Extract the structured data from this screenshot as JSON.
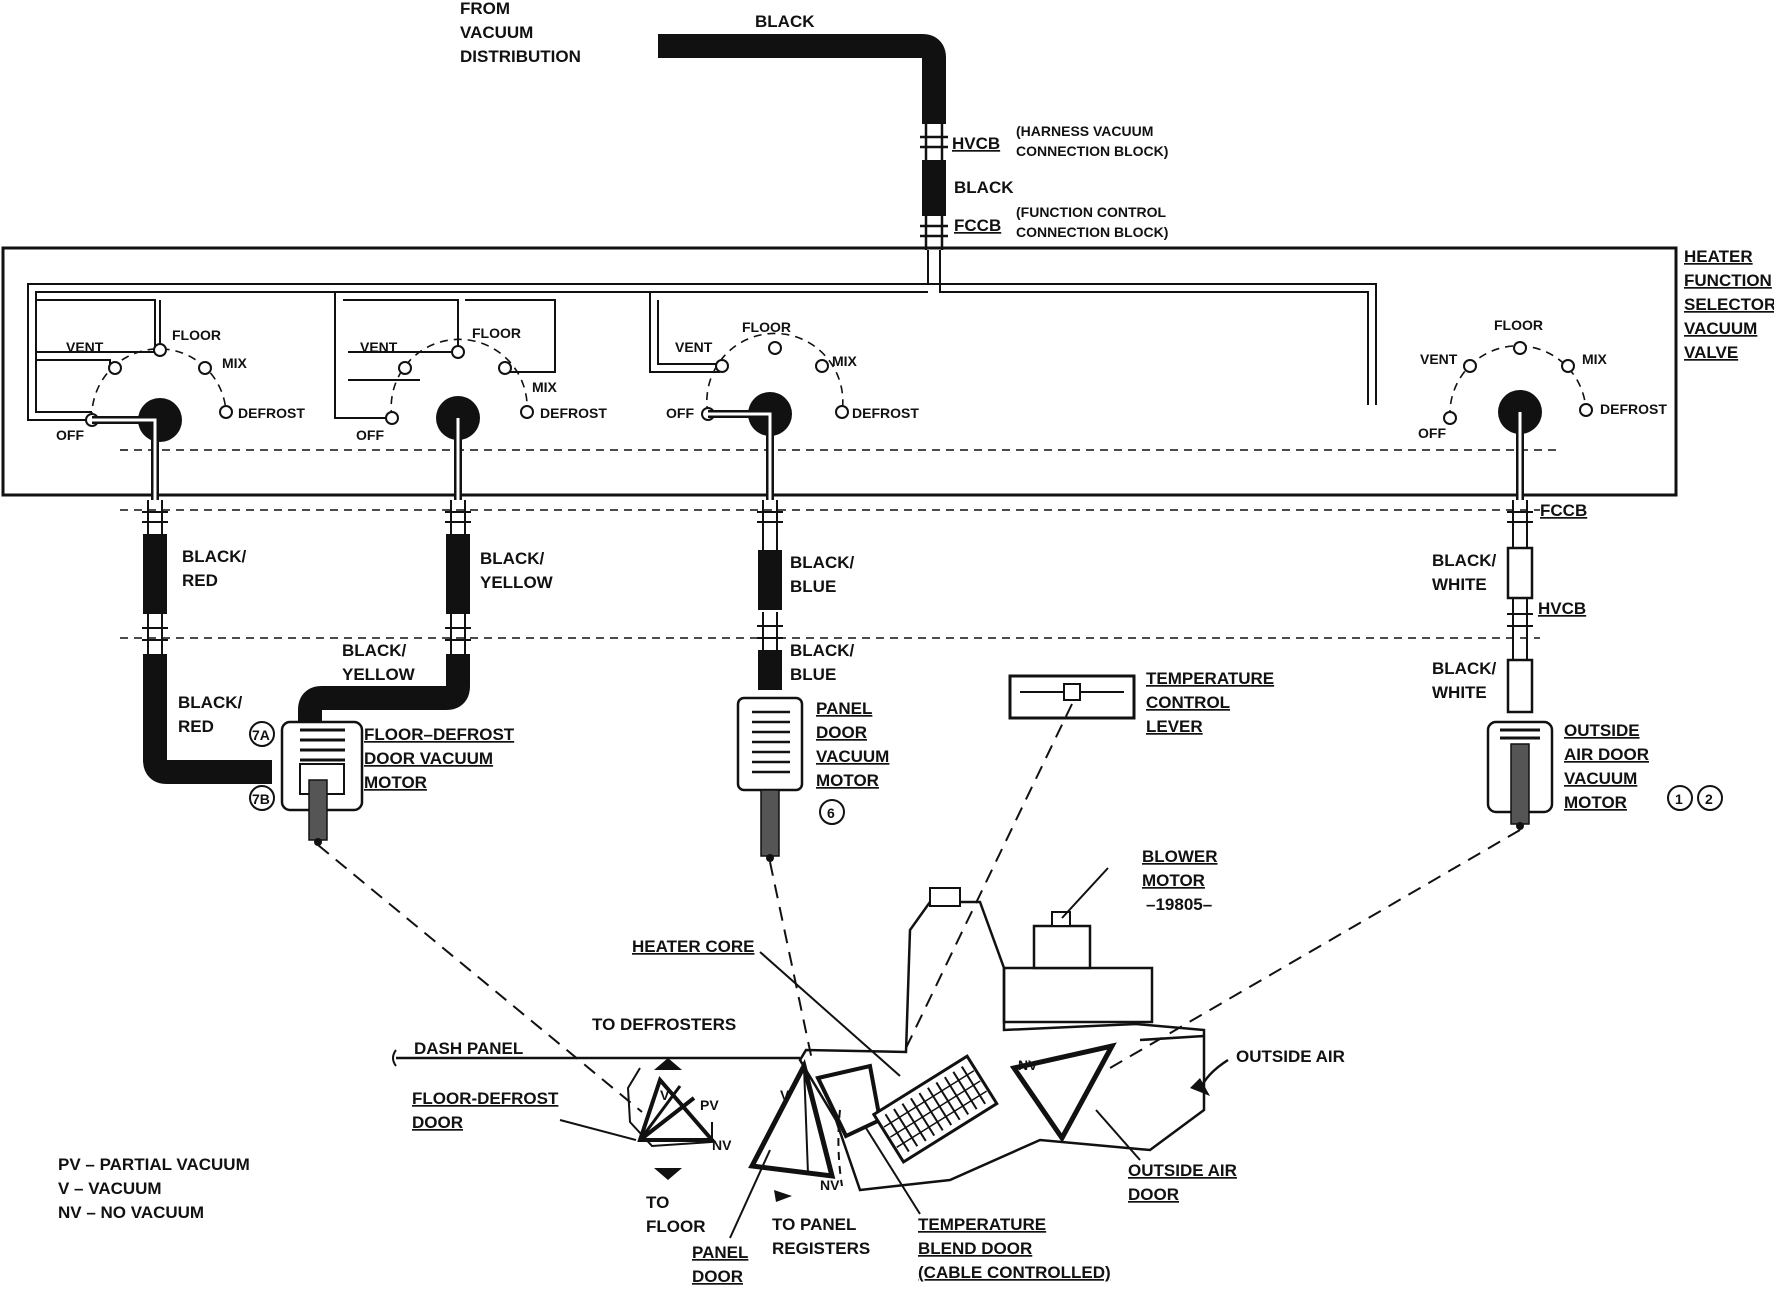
{
  "labels": {
    "from_vacuum": [
      "FROM",
      "VACUUM",
      "DISTRIBUTION"
    ],
    "black_top": "BLACK",
    "hvcb": "HVCB",
    "hvcb_desc": [
      "(HARNESS VACUUM",
      "CONNECTION BLOCK)"
    ],
    "black_mid": "BLACK",
    "fccb": "FCCB",
    "fccb_desc": [
      "(FUNCTION CONTROL",
      "CONNECTION BLOCK)"
    ],
    "heater_valve": [
      "HEATER",
      "FUNCTION",
      "SELECTOR",
      "VACUUM",
      "VALVE"
    ],
    "fccb_right": "FCCB",
    "hvcb_right": "HVCB"
  },
  "selectors": [
    {
      "vent": "VENT",
      "floor": "FLOOR",
      "mix": "MIX",
      "defrost": "DEFROST",
      "off": "OFF"
    },
    {
      "vent": "VENT",
      "floor": "FLOOR",
      "mix": "MIX",
      "defrost": "DEFROST",
      "off": "OFF"
    },
    {
      "vent": "VENT",
      "floor": "FLOOR",
      "mix": "MIX",
      "defrost": "DEFROST",
      "off": "OFF"
    },
    {
      "vent": "VENT",
      "floor": "FLOOR",
      "mix": "MIX",
      "defrost": "DEFROST",
      "off": "OFF"
    }
  ],
  "hoses": {
    "black_red_1": [
      "BLACK/",
      "RED"
    ],
    "black_yellow_1": [
      "BLACK/",
      "YELLOW"
    ],
    "black_blue_1": [
      "BLACK/",
      "BLUE"
    ],
    "black_white_1": [
      "BLACK/",
      "WHITE"
    ],
    "black_red_2": [
      "BLACK/",
      "RED"
    ],
    "black_yellow_2": [
      "BLACK/",
      "YELLOW"
    ],
    "black_blue_2": [
      "BLACK/",
      "BLUE"
    ],
    "black_white_2": [
      "BLACK/",
      "WHITE"
    ]
  },
  "components": {
    "floor_defrost_motor": [
      "FLOOR–DEFROST",
      "DOOR VACUUM",
      "MOTOR"
    ],
    "panel_door_motor": [
      "PANEL",
      "DOOR",
      "VACUUM",
      "MOTOR"
    ],
    "outside_air_motor": [
      "OUTSIDE",
      "AIR DOOR",
      "VACUUM",
      "MOTOR"
    ],
    "temp_lever": [
      "TEMPERATURE",
      "CONTROL",
      "LEVER"
    ],
    "blower_motor": [
      "BLOWER",
      "MOTOR",
      "–19805–"
    ],
    "heater_core": "HEATER CORE",
    "to_defrosters": "TO DEFROSTERS",
    "dash_panel": "DASH PANEL",
    "outside_air": "OUTSIDE AIR",
    "floor_defrost_door": [
      "FLOOR-DEFROST",
      "DOOR"
    ],
    "outside_air_door": [
      "OUTSIDE AIR",
      "DOOR"
    ],
    "to_floor": [
      "TO",
      "FLOOR"
    ],
    "to_panel_registers": [
      "TO PANEL",
      "REGISTERS"
    ],
    "panel_door": [
      "PANEL",
      "DOOR"
    ],
    "temp_blend_door": [
      "TEMPERATURE",
      "BLEND DOOR",
      "(CABLE CONTROLLED)"
    ]
  },
  "callouts": {
    "c7a": "7A",
    "c7b": "7B",
    "c6": "6",
    "c1": "1",
    "c2": "2"
  },
  "door_marks": {
    "v1": "V",
    "pv": "PV",
    "nv1": "NV",
    "v2": "V",
    "nv2": "NV",
    "nv3": "NV"
  },
  "legend": [
    "PV – PARTIAL VACUUM",
    "V – VACUUM",
    "NV – NO VACUUM"
  ]
}
